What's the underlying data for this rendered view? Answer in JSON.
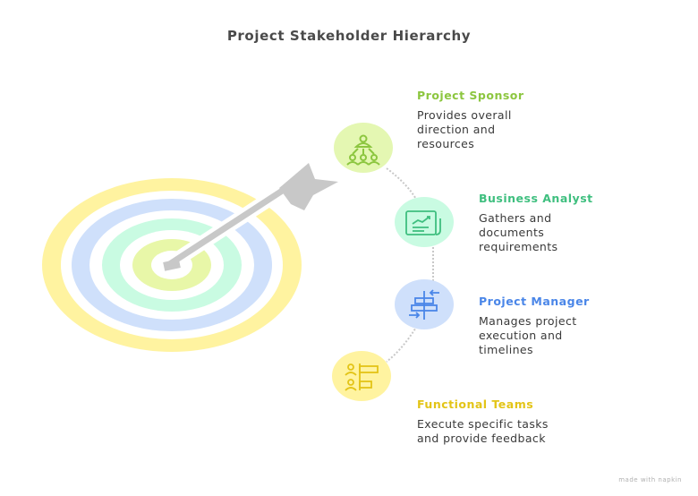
{
  "title": "Project Stakeholder Hierarchy",
  "colors": {
    "sponsor": "#8cc63f",
    "analyst": "#3fbf7f",
    "manager": "#4a86e8",
    "teams": "#e3c417",
    "arrow": "#c8c8c8",
    "connector": "#c8c8c8",
    "ring_outer": "#fff3a0",
    "ring_blue": "#cfe0fb",
    "ring_mint": "#c9fbe2",
    "ring_inner": "#e8f7a8"
  },
  "stakeholders": [
    {
      "id": "sponsor",
      "title": "Project Sponsor",
      "description": "Provides overall\ndirection and\nresources",
      "icon": "hierarchy-people-icon"
    },
    {
      "id": "analyst",
      "title": "Business Analyst",
      "description": "Gathers and\ndocuments\nrequirements",
      "icon": "report-chart-icon"
    },
    {
      "id": "manager",
      "title": "Project Manager",
      "description": "Manages project\nexecution and\ntimelines",
      "icon": "alignment-arrows-icon"
    },
    {
      "id": "teams",
      "title": "Functional Teams",
      "description": "Execute specific tasks\nand provide feedback",
      "icon": "team-list-icon"
    }
  ],
  "watermark": "made with napkin"
}
